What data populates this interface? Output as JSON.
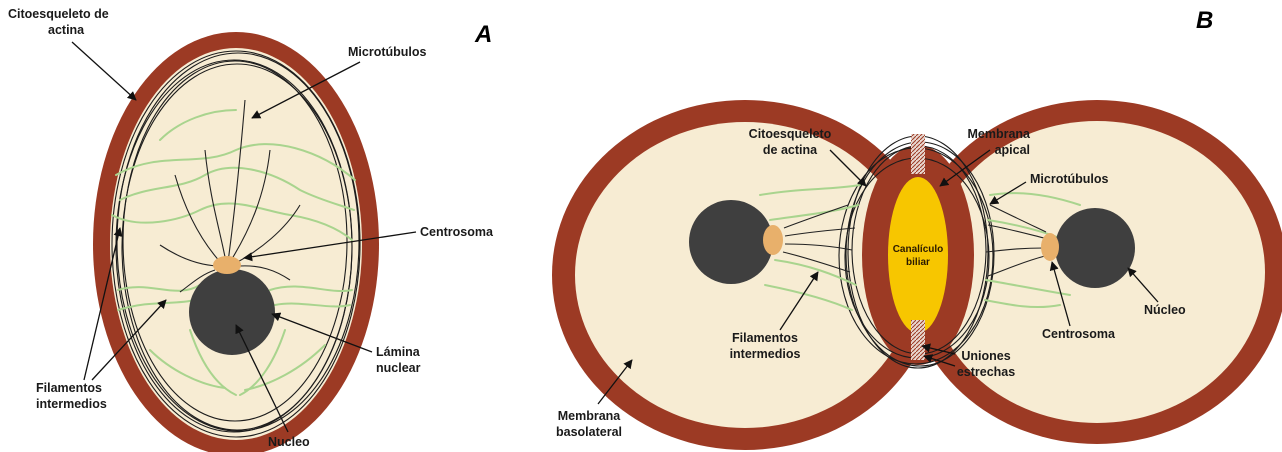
{
  "panels": {
    "a": "A",
    "b": "B"
  },
  "colors": {
    "membrane": "#9c3a24",
    "cytoplasm": "#f7ecd3",
    "nucleus": "#3f3f3f",
    "centrosome": "#e8b06b",
    "canaliculus": "#f7c600",
    "filaments": "#a9d48e"
  },
  "labels_a": {
    "actin": [
      "Citoesqueleto de",
      "actina"
    ],
    "microtubules": "Microtúbulos",
    "centrosome": "Centrosoma",
    "nuclear_lamina": [
      "Lámina",
      "nuclear"
    ],
    "intermediate_filaments": [
      "Filamentos",
      "intermedios"
    ],
    "nucleus": "Nucleo"
  },
  "labels_b": {
    "actin": [
      "Citoesqueleto",
      "de actina"
    ],
    "apical": [
      "Membrana",
      "apical"
    ],
    "microtubules": "Microtúbulos",
    "canaliculus": [
      "Canalículo",
      "biliar"
    ],
    "intermediate_filaments": [
      "Filamentos",
      "intermedios"
    ],
    "centrosome": "Centrosoma",
    "nucleus": "Núcleo",
    "tight_junctions": [
      "Uniones",
      "estrechas"
    ],
    "basolateral": [
      "Membrana",
      "basolateral"
    ]
  }
}
